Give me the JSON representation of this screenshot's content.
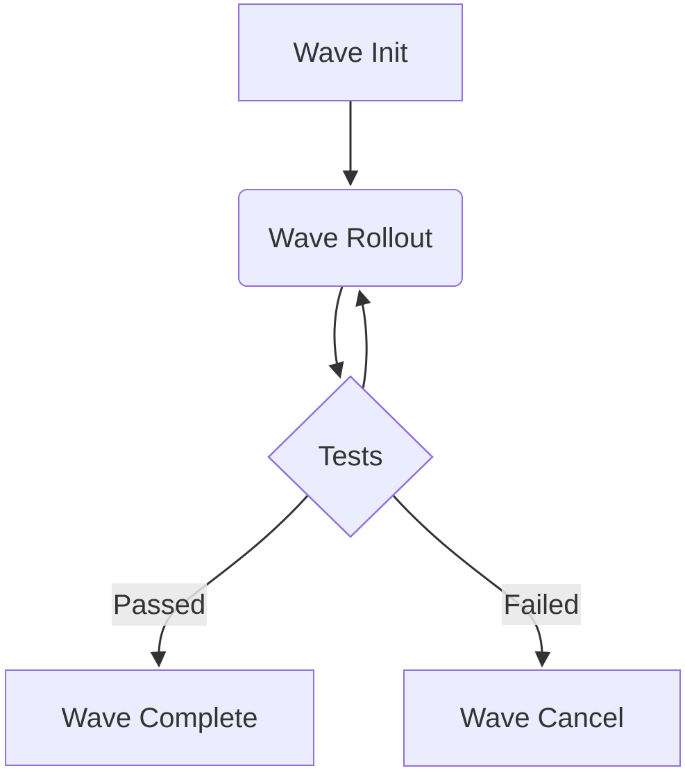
{
  "diagram": {
    "type": "flowchart",
    "direction": "top-down",
    "nodes": [
      {
        "id": "wave-init",
        "label": "Wave Init",
        "shape": "rectangle"
      },
      {
        "id": "wave-rollout",
        "label": "Wave Rollout",
        "shape": "rounded-rectangle"
      },
      {
        "id": "tests",
        "label": "Tests",
        "shape": "diamond"
      },
      {
        "id": "wave-complete",
        "label": "Wave Complete",
        "shape": "rectangle"
      },
      {
        "id": "wave-cancel",
        "label": "Wave Cancel",
        "shape": "rectangle"
      }
    ],
    "edges": [
      {
        "from": "wave-init",
        "to": "wave-rollout",
        "label": ""
      },
      {
        "from": "wave-rollout",
        "to": "tests",
        "label": ""
      },
      {
        "from": "tests",
        "to": "wave-rollout",
        "label": ""
      },
      {
        "from": "tests",
        "to": "wave-complete",
        "label": "Passed"
      },
      {
        "from": "tests",
        "to": "wave-cancel",
        "label": "Failed"
      }
    ],
    "colors": {
      "node_fill": "#ECECFF",
      "node_border": "#9370DB",
      "edge": "#333333",
      "text": "#333333",
      "label_bg": "#E8E8E8",
      "background": "#FFFFFF"
    }
  }
}
